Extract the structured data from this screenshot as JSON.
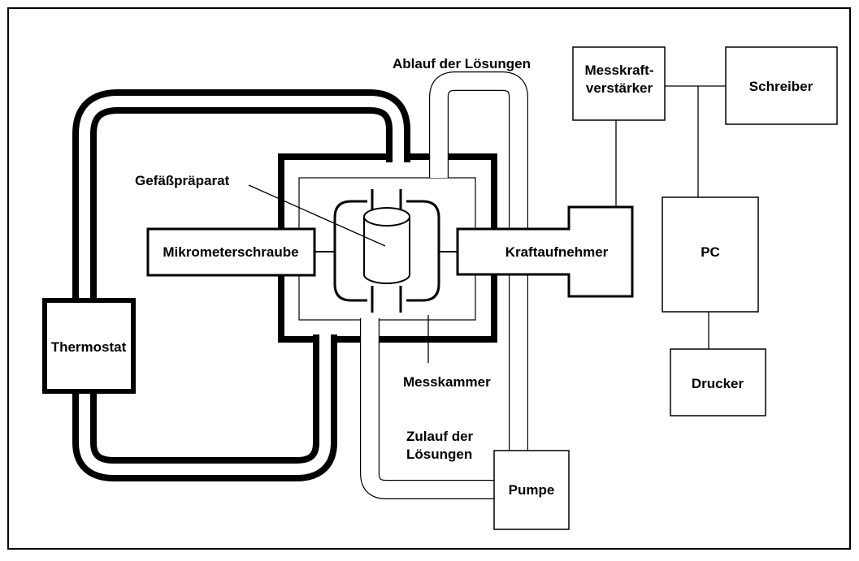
{
  "labels": {
    "ablauf": "Ablauf der Lösungen",
    "messkraft_line1": "Messkraft-",
    "messkraft_line2": "verstärker",
    "schreiber": "Schreiber",
    "gefaess": "Gefäßpräparat",
    "mikrometer": "Mikrometerschraube",
    "kraftaufnehmer": "Kraftaufnehmer",
    "pc": "PC",
    "thermostat": "Thermostat",
    "messkammer": "Messkammer",
    "zulauf_line1": "Zulauf der",
    "zulauf_line2": "Lösungen",
    "drucker": "Drucker",
    "pumpe": "Pumpe"
  },
  "colors": {
    "stroke": "#000000",
    "background": "#ffffff"
  }
}
